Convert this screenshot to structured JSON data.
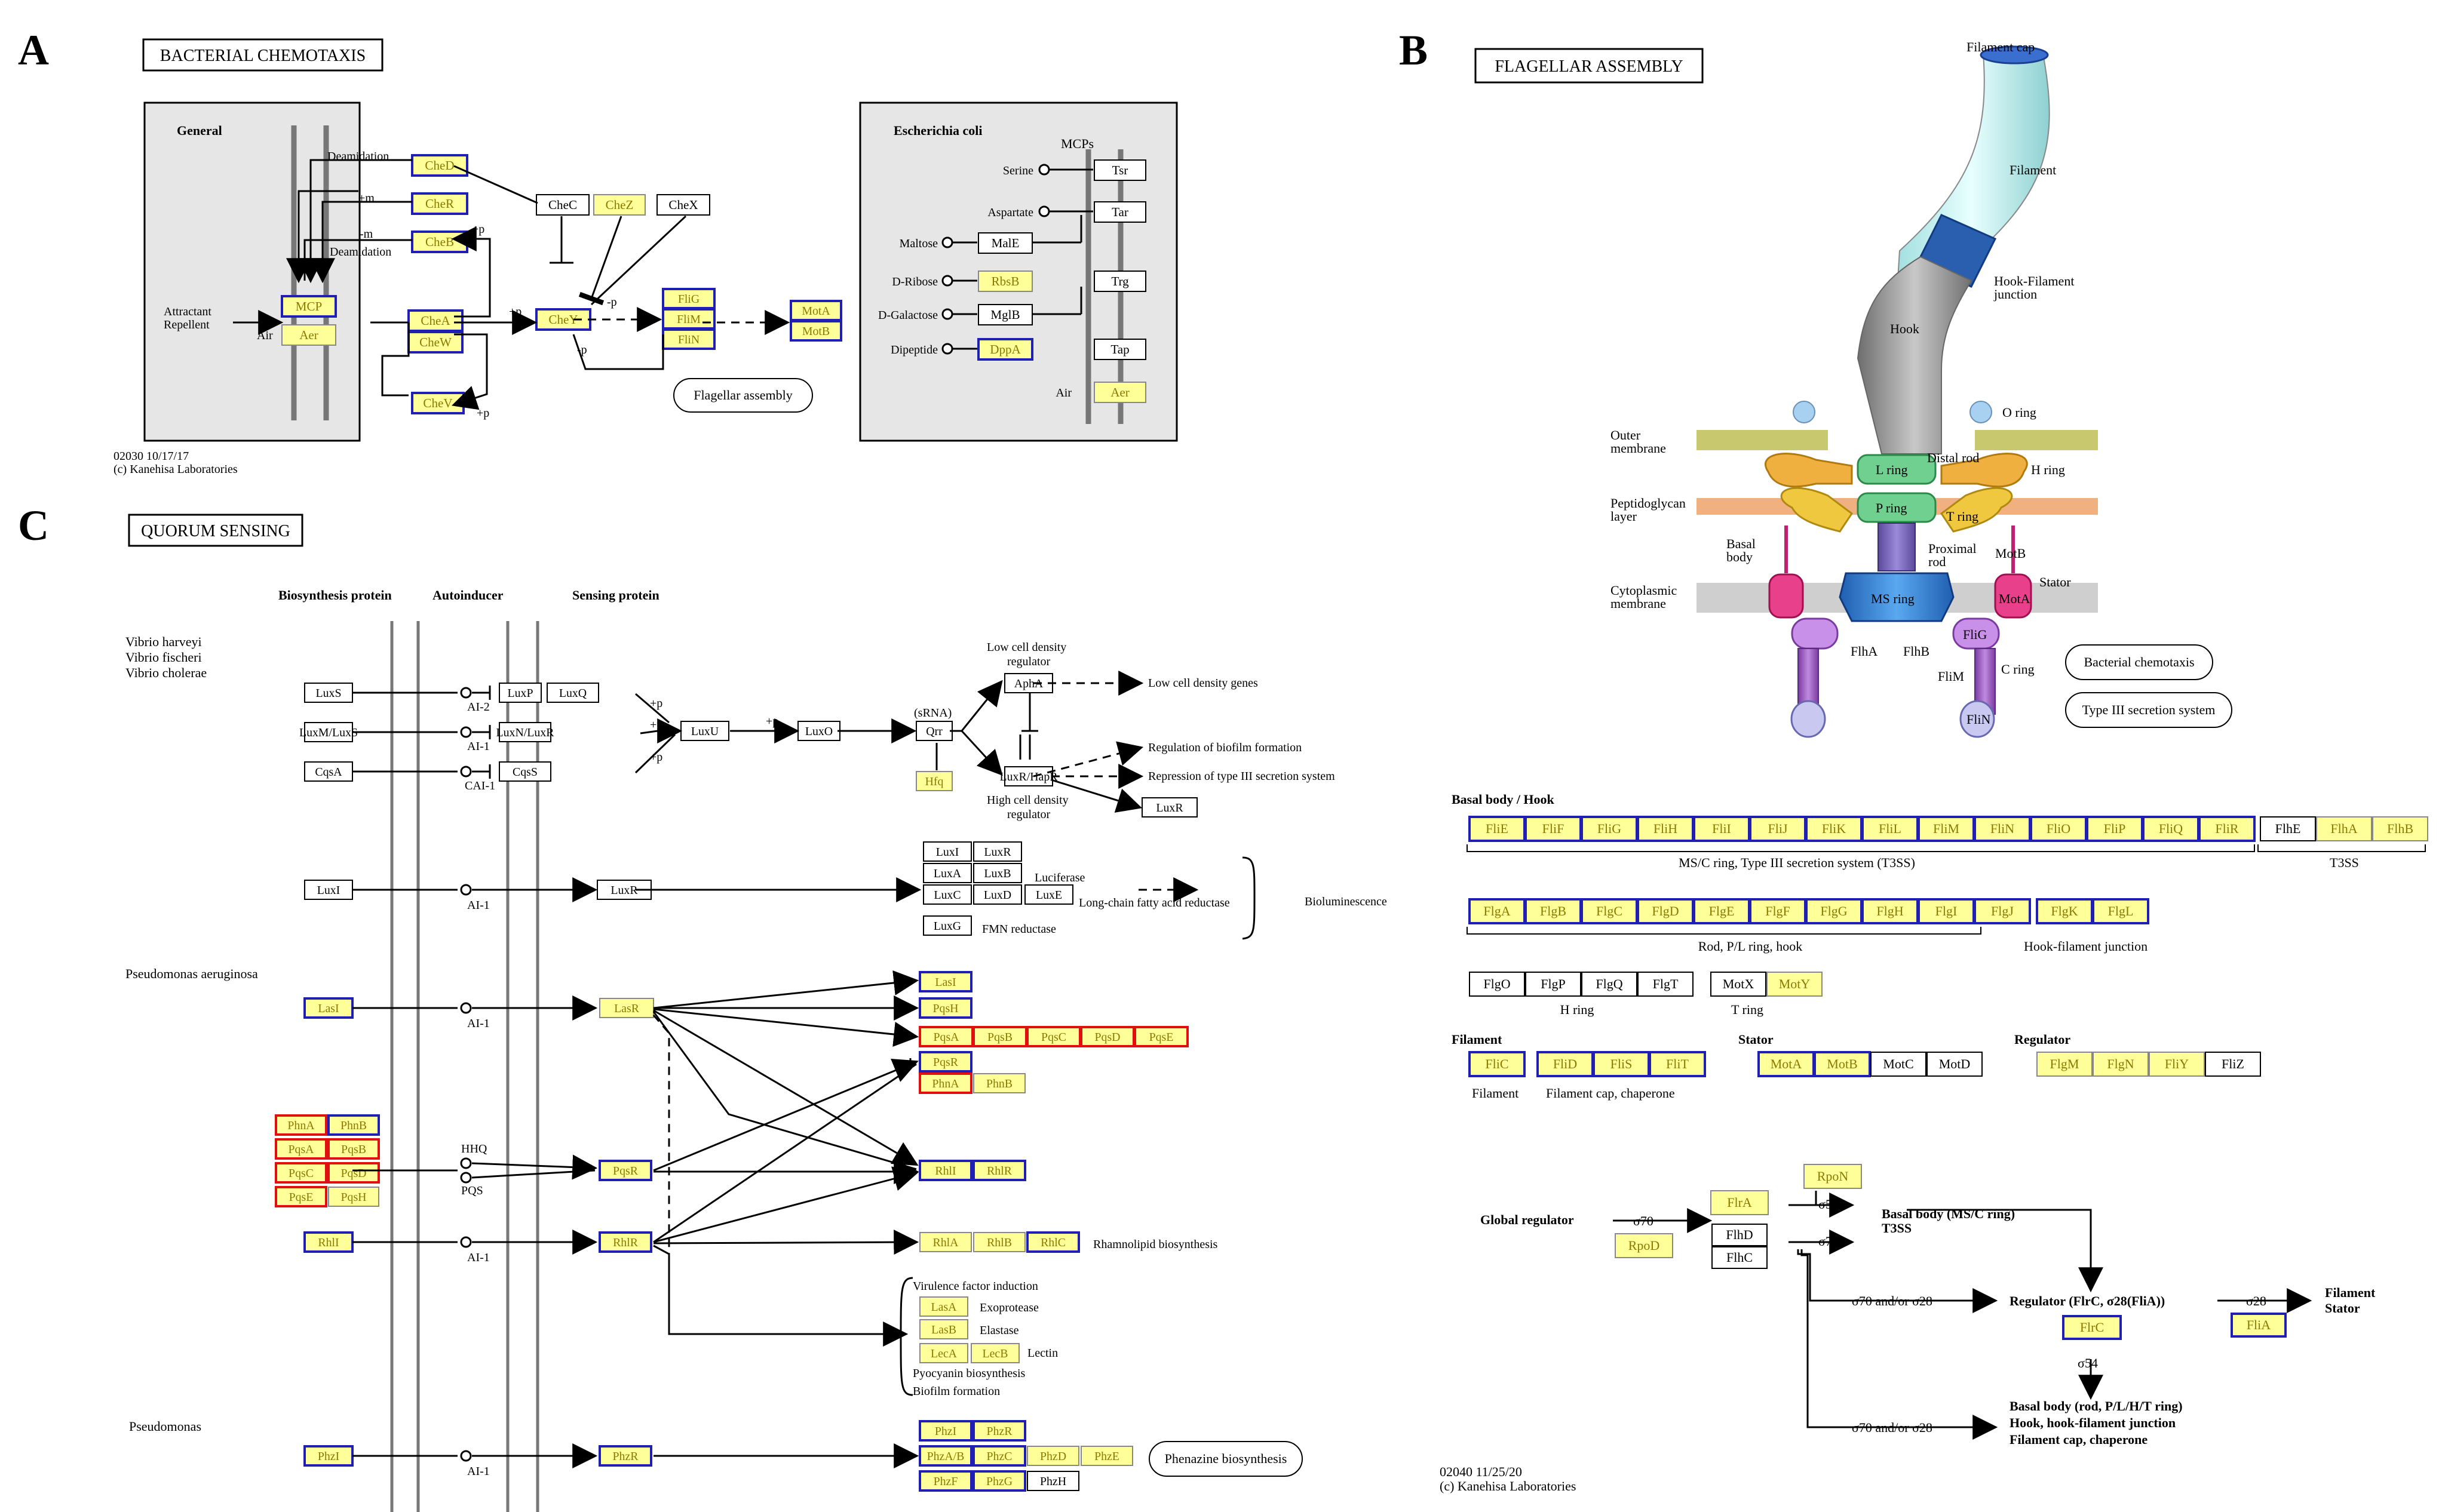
{
  "panelA": {
    "letter": "A",
    "title": "BACTERIAL CHEMOTAXIS",
    "general_label": "General",
    "ecoli_label": "Escherichia coli",
    "mcps_label": "MCPs",
    "footer": [
      "02030 10/17/17",
      "(c) Kanehisa Laboratories"
    ],
    "stimulus": [
      "Attractant",
      "Repellent"
    ],
    "air": "Air",
    "deamidation": "Deamidation",
    "plus_m": "+m",
    "minus_m": "-m",
    "plus_p": "+p",
    "minus_p": "-p",
    "flagellar_assembly": "Flagellar assembly",
    "genes": [
      "CheD",
      "CheR",
      "CheB",
      "MCP",
      "Aer",
      "CheA",
      "CheW",
      "CheV",
      "CheY",
      "CheC",
      "CheZ",
      "CheX",
      "FliG",
      "FliM",
      "FliN",
      "MotA",
      "MotB"
    ],
    "ligands": [
      "Serine",
      "Aspartate",
      "Maltose",
      "D-Ribose",
      "D-Galactose",
      "Dipeptide"
    ],
    "binding": [
      "MalE",
      "RbsB",
      "MglB",
      "DppA"
    ],
    "receptors": [
      "Tsr",
      "Tar",
      "Trg",
      "Tap",
      "Aer"
    ]
  },
  "panelB": {
    "letter": "B",
    "title": "FLAGELLAR ASSEMBLY",
    "labels": {
      "filament_cap": "Filament cap",
      "filament": "Filament",
      "hook_filament": [
        "Hook-Filament",
        "junction"
      ],
      "hook": "Hook",
      "o_ring": "O ring",
      "outer_membrane": [
        "Outer",
        "membrane"
      ],
      "distal_rod": "Distal rod",
      "h_ring": "H ring",
      "l_ring": "L ring",
      "p_ring": "P ring",
      "t_ring": "T ring",
      "peptidoglycan": [
        "Peptidoglycan",
        "layer"
      ],
      "basal_body": [
        "Basal",
        "body"
      ],
      "proximal_rod": [
        "Proximal",
        "rod"
      ],
      "motb": "MotB",
      "stator": "Stator",
      "cytoplasmic": [
        "Cytoplasmic",
        "membrane"
      ],
      "ms_ring": "MS ring",
      "mota": "MotA",
      "flha": "FlhA",
      "flhb": "FlhB",
      "flig": "FliG",
      "flim": "FliM",
      "c_ring": "C ring",
      "flin": "FliN"
    },
    "bacterial_chemotaxis": "Bacterial chemotaxis",
    "type3": "Type III secretion system",
    "basal_hook_header": "Basal body / Hook",
    "row1": [
      "FliE",
      "FliF",
      "FliG",
      "FliH",
      "FliI",
      "FliJ",
      "FliK",
      "FliL",
      "FliM",
      "FliN",
      "FliO",
      "FliP",
      "FliQ",
      "FliR"
    ],
    "row1b": [
      "FlhE",
      "FlhA",
      "FlhB"
    ],
    "row1_caption": "MS/C ring, Type III secretion system (T3SS)",
    "row1b_caption": "T3SS",
    "row2": [
      "FlgA",
      "FlgB",
      "FlgC",
      "FlgD",
      "FlgE",
      "FlgF",
      "FlgG",
      "FlgH",
      "FlgI",
      "FlgJ"
    ],
    "row2b": [
      "FlgK",
      "FlgL"
    ],
    "row2_caption": "Rod, P/L ring, hook",
    "row2b_caption": "Hook-filament junction",
    "row3": [
      "FlgO",
      "FlgP",
      "FlgQ",
      "FlgT"
    ],
    "row3b": [
      "MotX",
      "MotY"
    ],
    "h_ring": "H ring",
    "t_ring": "T ring",
    "filament_header": "Filament",
    "stator_header": "Stator",
    "regulator_header": "Regulator",
    "filament_genes": [
      "FliC"
    ],
    "cap_genes": [
      "FliD",
      "FliS",
      "FliT"
    ],
    "stator_genes": [
      "MotA",
      "MotB",
      "MotC",
      "MotD"
    ],
    "regulator_genes": [
      "FlgM",
      "FlgN",
      "FliY",
      "FliZ"
    ],
    "filament_caption": "Filament",
    "cap_caption": "Filament cap, chaperone",
    "global_regulator": "Global regulator",
    "sigma70": "σ70",
    "sigma54": "σ54",
    "sigma28": "σ28",
    "s70or28": "σ70 and/or σ28",
    "rpon": "RpoN",
    "rpod": "RpoD",
    "flra": "FlrA",
    "flhd": "FlhD",
    "flhc": "FlhC",
    "flrc": "FlrC",
    "flia": "FliA",
    "basal_ms": [
      "Basal body (MS/C ring)",
      "T3SS"
    ],
    "regulator_text": "Regulator (FlrC, σ28(FliA))",
    "filament_stator": [
      "Filament",
      "Stator"
    ],
    "basal_rod": [
      "Basal body (rod, P/L/H/T ring)",
      "Hook, hook-filament junction",
      "Filament cap, chaperone"
    ],
    "footer": [
      "02040 11/25/20",
      "(c) Kanehisa Laboratories"
    ]
  },
  "panelC": {
    "letter": "C",
    "title": "QUORUM SENSING",
    "col_headers": [
      "Biosynthesis protein",
      "Autoinducer",
      "Sensing protein"
    ],
    "vibrio": [
      "Vibrio harveyi",
      "Vibrio fischeri",
      "Vibrio cholerae"
    ],
    "pseudomonas_aeruginosa": "Pseudomonas aeruginosa",
    "pseudomonas": "Pseudomonas",
    "ai2": "AI-2",
    "ai1": "AI-1",
    "cai1": "CAI-1",
    "hhq": "HHQ",
    "pqs": "PQS",
    "low_density": [
      "Low cell density",
      "regulator"
    ],
    "high_density": [
      "High cell density",
      "regulator"
    ],
    "low_genes": "Low cell density genes",
    "biofilm_reg": "Regulation of biofilm formation",
    "repression": "Repression of type III secretion system",
    "srna": "(sRNA)",
    "luciferase": "Luciferase",
    "lcfar": "Long-chain fatty acid reductase",
    "fmn": "FMN reductase",
    "bioluminescence": "Bioluminescence",
    "rhamnolipid": "Rhamnolipid biosynthesis",
    "virulence": [
      "Virulence factor induction",
      "Exoprotease",
      "Elastase",
      "Lectin",
      "Pyocyanin biosynthesis",
      "Biofilm formation"
    ],
    "phenazine": "Phenazine biosynthesis",
    "plus_p": "+p",
    "genes": {
      "luxs": "LuxS",
      "luxm": "LuxM/LuxS",
      "cqsa": "CqsA",
      "luxp": "LuxP",
      "luxq": "LuxQ",
      "luxn": "LuxN/LuxR",
      "cqss": "CqsS",
      "luxu": "LuxU",
      "luxo": "LuxO",
      "qrr": "Qrr",
      "hfq": "Hfq",
      "aphA": "AphA",
      "luxr_hapr": "LuxR/HapR",
      "luxr": "LuxR",
      "luxi": "LuxI",
      "luxr2": "LuxR",
      "luxI": "LuxI",
      "luxR3": "LuxR",
      "luxA": "LuxA",
      "luxB": "LuxB",
      "luxC": "LuxC",
      "luxD": "LuxD",
      "luxE": "LuxE",
      "luxG": "LuxG",
      "lasi": "LasI",
      "lasr": "LasR",
      "lasi2": "LasI",
      "pqsh": "PqsH",
      "pqsA": "PqsA",
      "pqsB": "PqsB",
      "pqsC": "PqsC",
      "pqsD": "PqsD",
      "pqsE": "PqsE",
      "pqsR2": "PqsR",
      "phnA2": "PhnA",
      "phnB2": "PhnB",
      "phnA": "PhnA",
      "phnB": "PhnB",
      "pqsA1": "PqsA",
      "pqsB1": "PqsB",
      "pqsC1": "PqsC",
      "pqsD1": "PqsD",
      "pqsE1": "PqsE",
      "pqsH1": "PqsH",
      "pqsR": "PqsR",
      "rhli": "RhlI",
      "rhlr": "RhlR",
      "rhli2": "RhlI",
      "rhlr2": "RhlR",
      "rhlA": "RhlA",
      "rhlB": "RhlB",
      "rhlC": "RhlC",
      "lasA": "LasA",
      "lasB": "LasB",
      "lecA": "LecA",
      "lecB": "LecB",
      "phzi": "PhzI",
      "phzr": "PhzR",
      "phzi2": "PhzI",
      "phzr2": "PhzR",
      "phzA": "PhzA/B",
      "phzC": "PhzC",
      "phzD": "PhzD",
      "phzE": "PhzE",
      "phzF": "PhzF",
      "phzG": "PhzG",
      "phzH": "PhzH"
    }
  },
  "colors": {
    "yellow": "#ffff99",
    "blue": "#1f1fb4",
    "red": "#e01010",
    "grey_bg": "#e6e6e6"
  }
}
